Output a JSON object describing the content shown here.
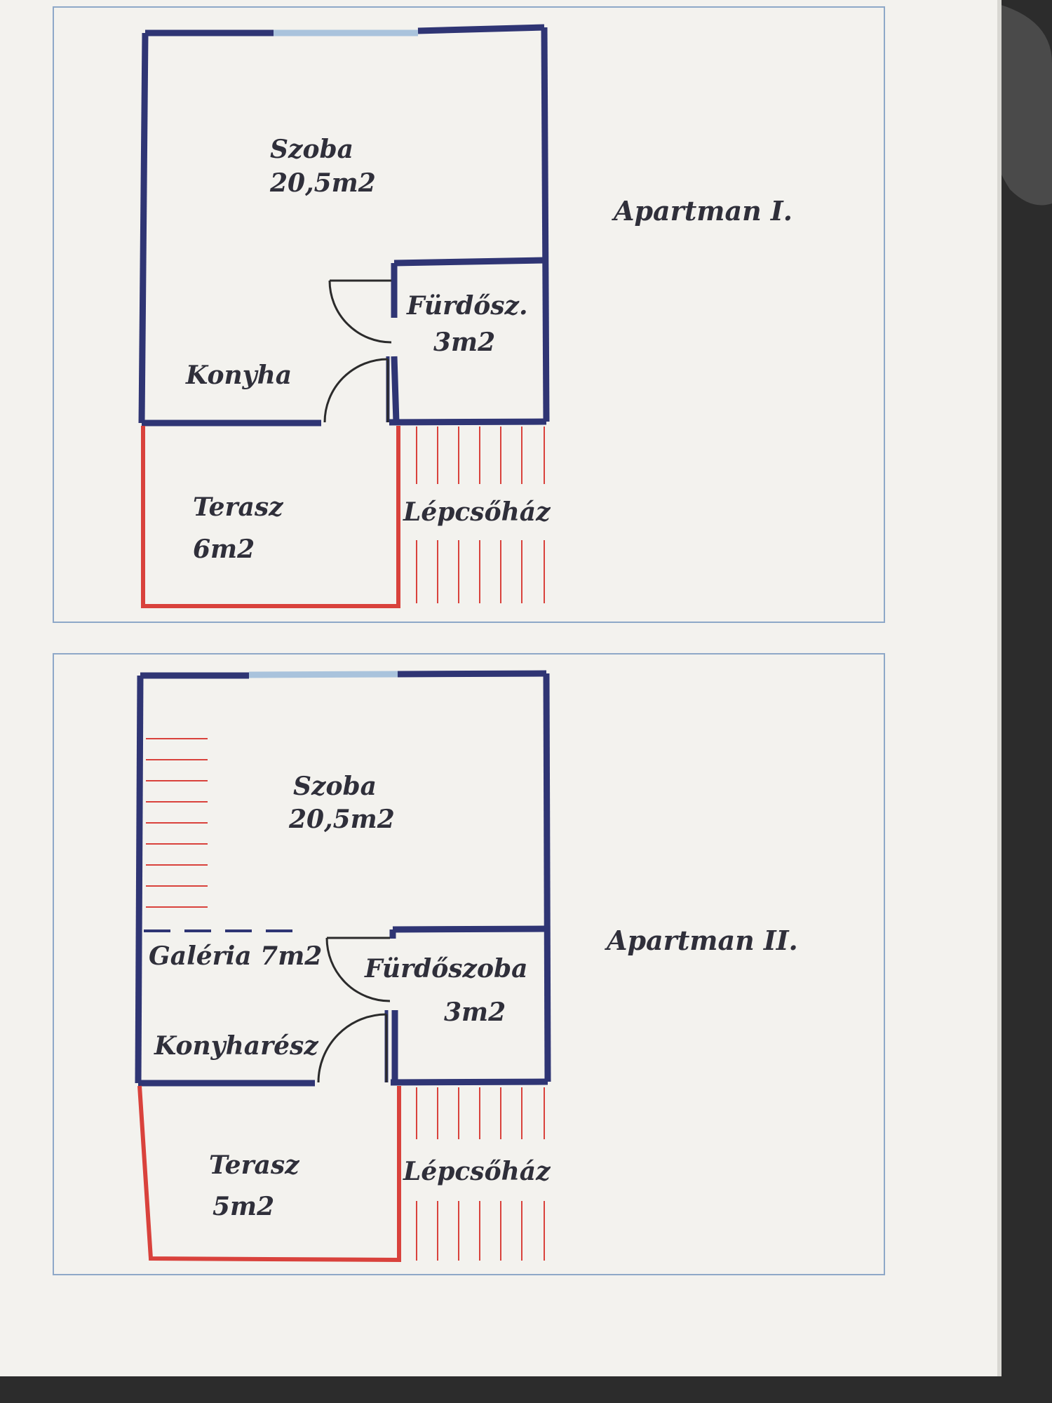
{
  "colors": {
    "wall": "#2f3574",
    "terrace": "#d9423c",
    "window": "#a9c3dc",
    "frame": "#7f9dc2",
    "paper": "#f3f2ee"
  },
  "plans": [
    {
      "title": "Apartman I.",
      "rooms": {
        "szoba_name": "Szoba",
        "szoba_area": "20,5m2",
        "bath_name": "Fürdősz.",
        "bath_area": "3m2",
        "kitchen": "Konyha",
        "terrace_name": "Terasz",
        "terrace_area": "6m2",
        "stairs": "Lépcsőház"
      }
    },
    {
      "title": "Apartman II.",
      "rooms": {
        "szoba_name": "Szoba",
        "szoba_area": "20,5m2",
        "gallery": "Galéria 7m2",
        "bath_name": "Fürdőszoba",
        "bath_area": "3m2",
        "kitchen": "Konyharész",
        "terrace_name": "Terasz",
        "terrace_area": "5m2",
        "stairs": "Lépcsőház"
      }
    }
  ]
}
